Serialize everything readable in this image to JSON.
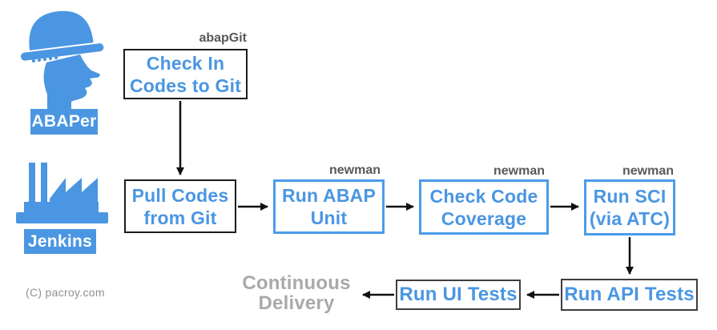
{
  "colors": {
    "accent_blue": "#4a96e2",
    "blue_box_border": "#4a9ceb",
    "dark_box_border": "#1c1c1c",
    "gray_box_border": "#3e3e3e",
    "tool_label_gray": "#595959",
    "continuous_delivery_gray": "#a9a9a9",
    "copyright_gray": "#8f8f8f",
    "arrow_black": "#111111"
  },
  "actors": {
    "abaper": {
      "label": "ABAPer",
      "icon": "engineer-hardhat-icon"
    },
    "jenkins": {
      "label": "Jenkins",
      "icon": "factory-icon"
    }
  },
  "nodes": {
    "check_in": {
      "tool": "abapGit",
      "line1": "Check In",
      "line2": "Codes to Git"
    },
    "pull_codes": {
      "line1": "Pull Codes",
      "line2": "from Git"
    },
    "run_abap_unit": {
      "tool": "newman",
      "line1": "Run ABAP",
      "line2": "Unit"
    },
    "check_code_coverage": {
      "tool": "newman",
      "line1": "Check Code",
      "line2": "Coverage"
    },
    "run_sci": {
      "tool": "newman",
      "line1": "Run SCI",
      "line2": "(via ATC)"
    },
    "run_api_tests": {
      "label": "Run API Tests"
    },
    "run_ui_tests": {
      "label": "Run UI Tests"
    },
    "continuous_delivery": {
      "line1": "Continuous",
      "line2": "Delivery"
    }
  },
  "footer": {
    "copyright": "(C) pacroy.com"
  }
}
